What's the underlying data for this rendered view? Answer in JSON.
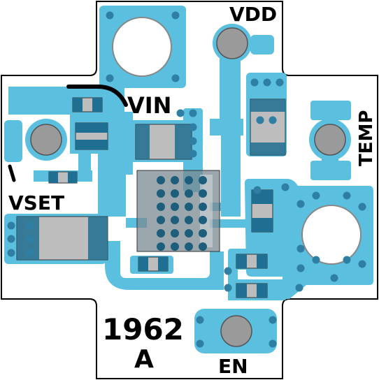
{
  "labels": {
    "vdd": "VDD",
    "vin": "VIN",
    "vset": "VSET",
    "temp": "TEMP",
    "en": "EN",
    "part_number": "1962",
    "revision": "A"
  },
  "colors": {
    "copper": "#5bbfdf",
    "via": "#2e7fa3",
    "pad": "#9a9a9a",
    "component": "#1f6f92",
    "ic": "#7a8a90",
    "outline": "#000000",
    "board": "#ffffff"
  },
  "icons": {
    "mounting_hole": "circle-outline",
    "test_point": "grey-disc-pad",
    "via": "dark-dot"
  }
}
